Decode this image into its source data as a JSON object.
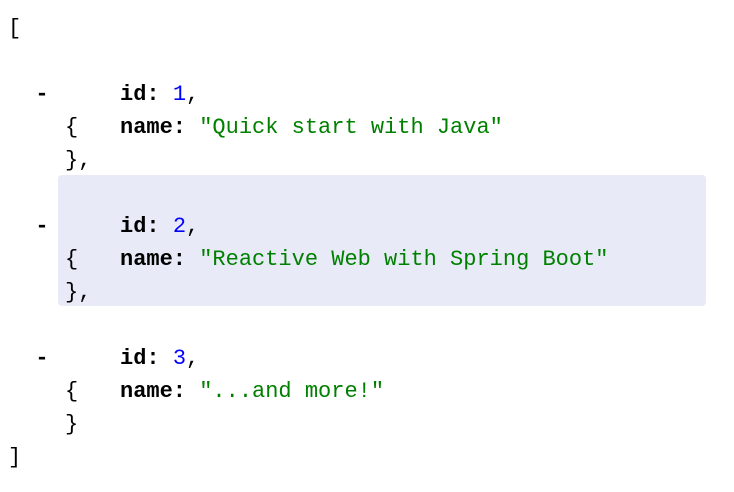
{
  "json_view": {
    "open_array": "[",
    "close_array": "]",
    "collapse_glyph": "-",
    "open_object": "{",
    "close_object_sep": "},",
    "close_object_last": "}",
    "key_id": "id:",
    "key_name": "name:",
    "comma": ",",
    "items": [
      {
        "id": "1",
        "name": "\"Quick start with Java\""
      },
      {
        "id": "2",
        "name": "\"Reactive Web with Spring Boot\""
      },
      {
        "id": "3",
        "name": "\"...and more!\""
      }
    ],
    "highlighted_item_index": 1,
    "colors": {
      "number": "#0000ff",
      "string": "#008000",
      "highlight": "#e8ebf7"
    }
  }
}
